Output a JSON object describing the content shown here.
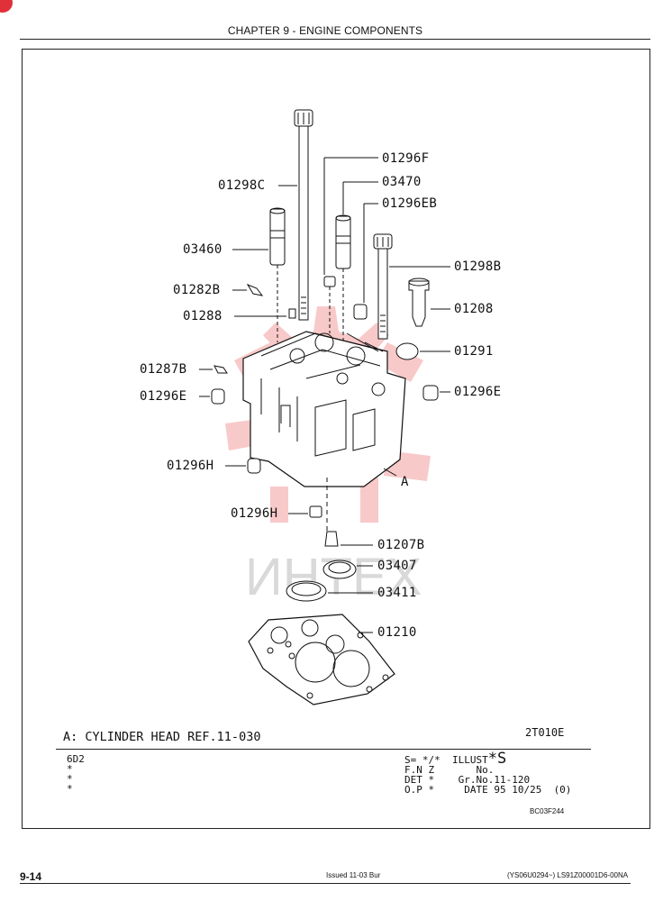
{
  "header": {
    "chapter": "CHAPTER 9 - ENGINE COMPONENTS"
  },
  "parts": {
    "p01296F": "01296F",
    "p03470": "03470",
    "p01298C": "01298C",
    "p01296EB": "01296EB",
    "p03460": "03460",
    "p01298B": "01298B",
    "p01282B": "01282B",
    "p01208": "01208",
    "p01288": "01288",
    "p01291": "01291",
    "p01287B": "01287B",
    "p01296E_left": "01296E",
    "p01296E_right": "01296E",
    "p01296H_upper": "01296H",
    "pA": "A",
    "p01296H_lower": "01296H",
    "p01207B": "01207B",
    "p03407": "03407",
    "p03411": "03411",
    "p01210": "01210"
  },
  "caption": "A: CYLINDER HEAD REF.11-030",
  "illustration_code": "2T010E",
  "info_left": [
    "6D2",
    "*",
    "*",
    "*"
  ],
  "info_right": {
    "line1": "S= */*  ILLUST",
    "line1_big": "*S",
    "line2": "F.N Z       No.",
    "line3": "DET *    Gr.No.11-120",
    "line4": "O.P *     DATE 95 10/25  (0)"
  },
  "illustration_number": "BC03F244",
  "footer": {
    "page": "9-14",
    "issued": "Issued 11-03   Bur",
    "reference": "(YS06U0294~)   LS91Z00001D6-00NA"
  },
  "watermark_text": "ИНТЕХ",
  "colors": {
    "watermark": "#f08a8a",
    "badge": "#e0303a"
  }
}
